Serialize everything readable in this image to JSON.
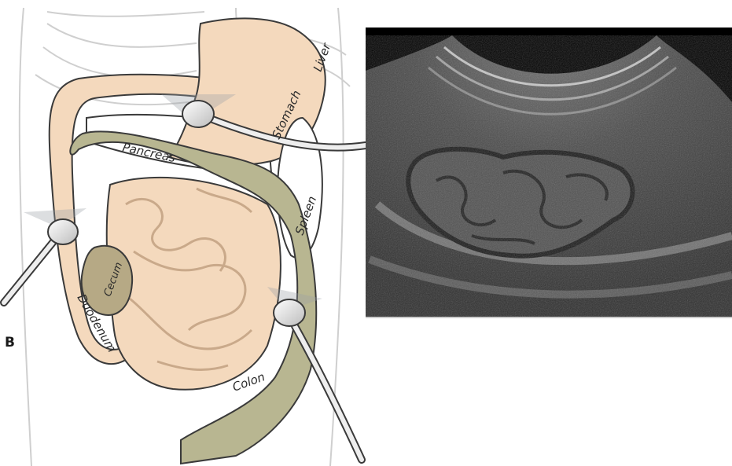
{
  "figure": {
    "panel_letter": "B",
    "labels": {
      "liver": "Liver",
      "stomach": "Stomach",
      "pancreas": "Pancreas",
      "spleen": "Spleen",
      "cecum": "Cecum",
      "duodenum": "Duodenum",
      "colon": "Colon"
    }
  },
  "colors": {
    "organ_fill": "#f4d9bd",
    "colon_fill": "#b8b691",
    "cecum_fill": "#b6a985",
    "outline": "#3a3a3a",
    "rib_line": "#c9c9c9",
    "probe_fill": "#eeeeee",
    "ultrasound_bg": "#000000"
  },
  "icons": {
    "probe": "ultrasound-probe-icon",
    "scan_fan": "scan-plane-icon"
  }
}
